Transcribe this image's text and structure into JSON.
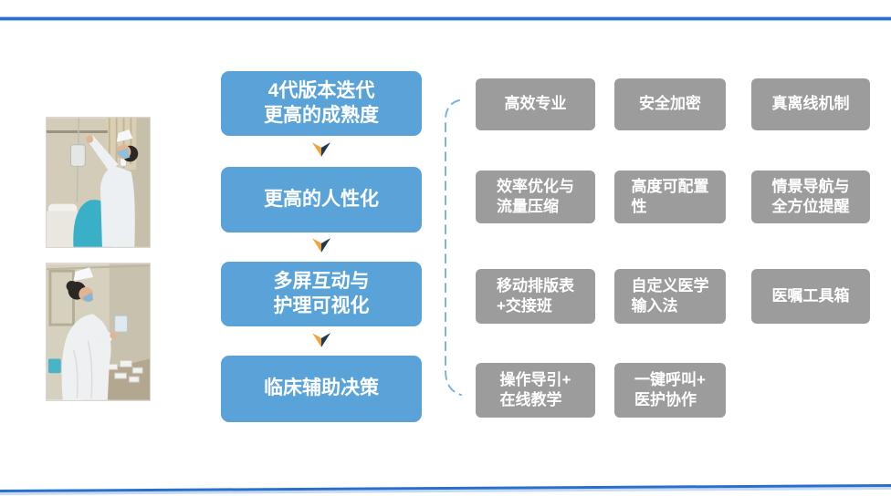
{
  "slide": {
    "background": "#ffffff",
    "photos": [
      {
        "name": "nurse-photo-1",
        "alt": "Nurse adjusting an IV drip while holding a handheld device"
      },
      {
        "name": "nurse-photo-2",
        "alt": "Nurse preparing medication at a treatment table"
      }
    ]
  },
  "colors": {
    "flow_box_blue": "#59a3d9",
    "feature_box_gray": "#9c9c9c",
    "arrow_orange": "#eda33e",
    "arrow_navy": "#1f3a54",
    "brace_blue": "#77b3e3",
    "rule_blue": "#2a6fce",
    "text_white": "#ffffff"
  },
  "icons": {
    "flow_arrow": "chevron-down-icon",
    "brace": "dashed-left-parenthesis"
  },
  "flow": {
    "steps": [
      {
        "label": "4代版本迭代\n更高的成熟度"
      },
      {
        "label": "更高的人性化"
      },
      {
        "label": "多屏互动与\n护理可视化"
      },
      {
        "label": "临床辅助决策"
      }
    ]
  },
  "features": {
    "rows": [
      [
        {
          "label": "高效专业"
        },
        {
          "label": "安全加密"
        },
        {
          "label": "真离线机制"
        }
      ],
      [
        {
          "label": "效率优化与\n流量压缩"
        },
        {
          "label": "高度可配置\n性"
        },
        {
          "label": "情景导航与\n全方位提醒"
        }
      ],
      [
        {
          "label": "移动排版表\n+交接班"
        },
        {
          "label": "自定义医学\n输入法"
        },
        {
          "label": "医嘱工具箱"
        }
      ],
      [
        {
          "label": "操作导引+\n在线教学"
        },
        {
          "label": "一键呼叫+\n医护协作"
        }
      ]
    ]
  }
}
